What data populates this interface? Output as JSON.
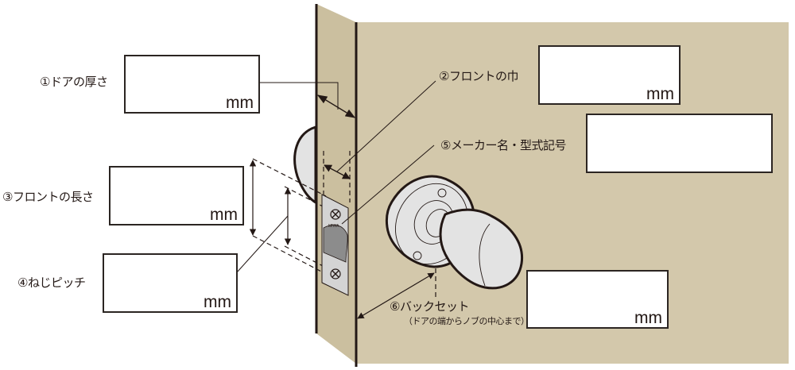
{
  "colors": {
    "door_face": "#d3c8ab",
    "door_edge": "#c9bc9c",
    "outline": "#231815",
    "knob": "#e3e3e3",
    "plate": "#cfcfcf",
    "latch": "#8c8c8c",
    "input_box": "#ffffff"
  },
  "fields": [
    {
      "id": "door-thickness",
      "label": "①ドアの厚さ",
      "unit": "mm",
      "value": ""
    },
    {
      "id": "front-width",
      "label": "②フロントの巾",
      "unit": "mm",
      "value": ""
    },
    {
      "id": "front-length",
      "label": "③フロントの長さ",
      "unit": "mm",
      "value": ""
    },
    {
      "id": "screw-pitch",
      "label": "④ねじピッチ",
      "unit": "mm",
      "value": ""
    },
    {
      "id": "maker-model",
      "label": "⑤メーカー名・型式記号",
      "unit": "",
      "value": ""
    },
    {
      "id": "backset",
      "label": "⑥バックセット",
      "sublabel": "（ドアの端からノブの中心まで）",
      "unit": "mm",
      "value": ""
    }
  ],
  "plate_brand": "MIWA"
}
